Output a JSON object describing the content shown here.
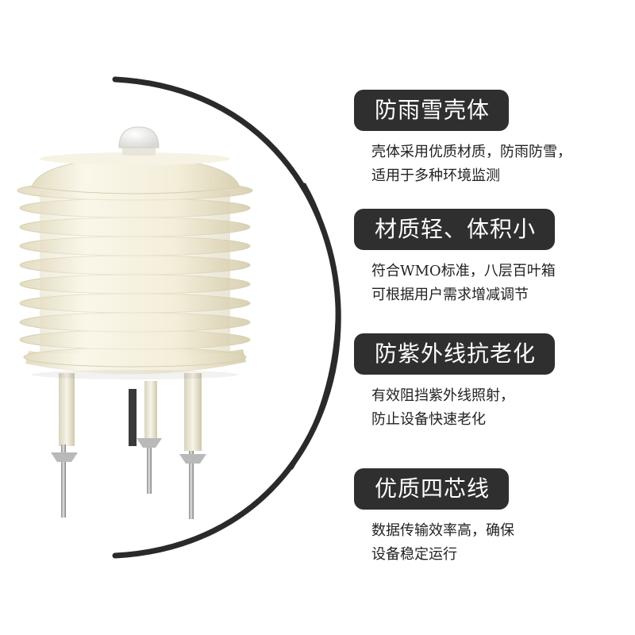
{
  "features": [
    {
      "title": "防雨雪壳体",
      "lines": [
        "壳体采用优质材质，防雨防雪，",
        "适用于多种环境监测"
      ]
    },
    {
      "title": "材质轻、体积小",
      "lines": [
        "符合WMO标准，八层百叶箱",
        "可根据用户需求增减调节"
      ]
    },
    {
      "title": "防紫外线抗老化",
      "lines": [
        "有效阻挡紫外线照射，",
        "防止设备快速老化"
      ]
    },
    {
      "title": "优质四芯线",
      "lines": [
        "数据传输效率高，确保",
        "设备稳定运行"
      ]
    }
  ],
  "colors": {
    "title_bg": "#2f2f2f",
    "title_text": "#ffffff",
    "body_text": "#222222",
    "arc": "#2a2a2a",
    "shield": "#f3efdc"
  },
  "product": {
    "name": "radiation-shield-louver-box",
    "louver_count": 10
  }
}
